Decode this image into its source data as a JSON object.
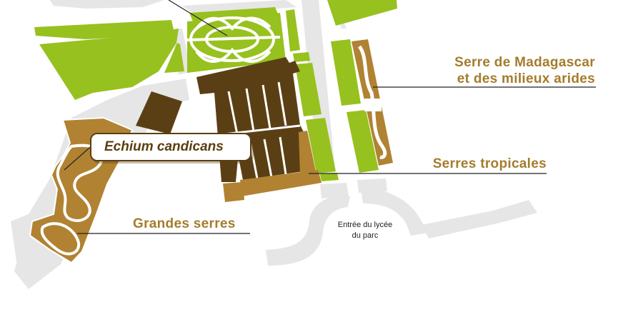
{
  "colors": {
    "lawn": "#97c11e",
    "greenhouse_dark": "#5b3f14",
    "greenhouse_light": "#b08232",
    "path": "#e6e6e6",
    "label_text": "#a47c2c",
    "callout_text": "#5a3f12",
    "leader_line": "#222222"
  },
  "labels": {
    "madagascar_line1": "Serre de Madagascar",
    "madagascar_line2": "et des milieux arides",
    "serres_tropicales": "Serres tropicales",
    "grandes_serres": "Grandes serres",
    "plant_name": "Echium candicans",
    "entrance_line1": "Entrée du lycée",
    "entrance_line2": "du  parc"
  }
}
